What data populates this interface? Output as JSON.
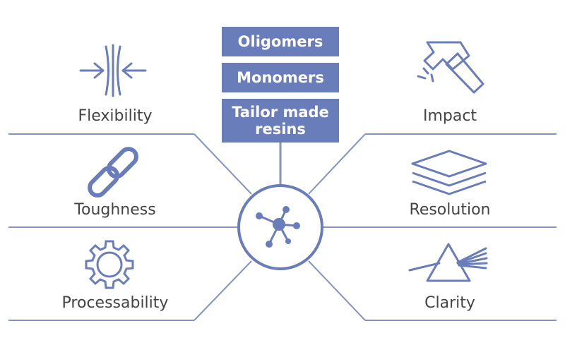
{
  "colors": {
    "accent": "#6a7dbb",
    "line": "#8393c6",
    "text": "#444444"
  },
  "center_boxes": [
    "Oligomers",
    "Monomers",
    "Tailor made resins"
  ],
  "properties": {
    "flexibility": "Flexibility",
    "toughness": "Toughness",
    "processability": "Processability",
    "impact": "Impact",
    "resolution": "Resolution",
    "clarity": "Clarity"
  },
  "icons": {
    "flexibility": "compress-arrows-icon",
    "toughness": "chain-link-icon",
    "processability": "gear-icon",
    "impact": "hammer-icon",
    "resolution": "layers-icon",
    "clarity": "prism-icon",
    "center": "molecule-network-icon"
  }
}
